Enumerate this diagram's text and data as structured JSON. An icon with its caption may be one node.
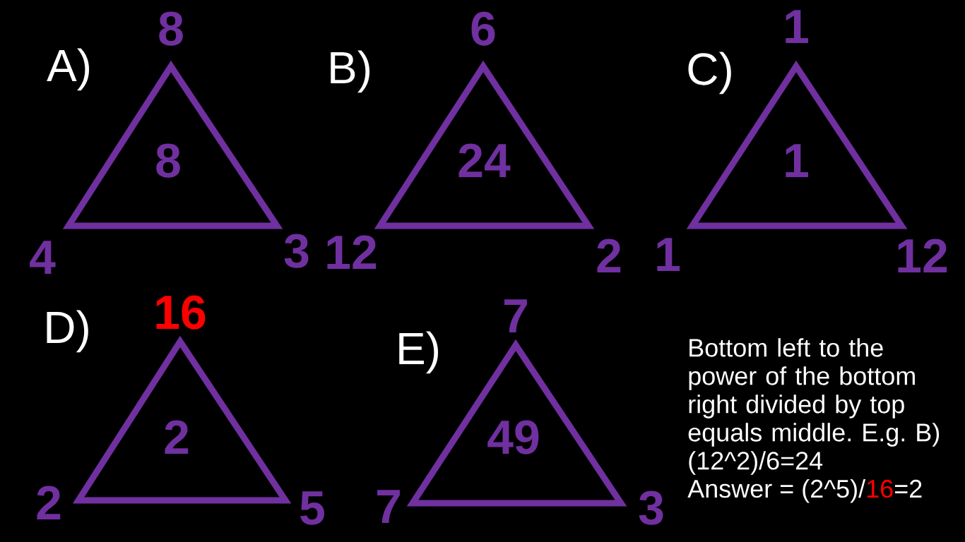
{
  "diagram": {
    "nodes": [
      {
        "text": [
          "8"
        ],
        "beside": [
          "A)",
          "8",
          "4",
          "3"
        ]
      },
      {
        "text": [
          "24"
        ],
        "beside": [
          "B)",
          "6",
          "12",
          "2"
        ]
      },
      {
        "text": [
          "1"
        ],
        "beside": [
          "C)",
          "1",
          "1",
          "12"
        ]
      },
      {
        "text": [
          "2"
        ],
        "beside": [
          "D)",
          "16",
          "2",
          "5"
        ]
      },
      {
        "text": [
          "49"
        ],
        "beside": [
          "E)",
          "7",
          "7",
          "3"
        ]
      }
    ],
    "labels": [
      "Bottom left to the power of the bottom right divided by top equals middle. E.g. B) (12^2)/6=24",
      "Answer = (2^5)/",
      "16",
      "=2"
    ]
  }
}
